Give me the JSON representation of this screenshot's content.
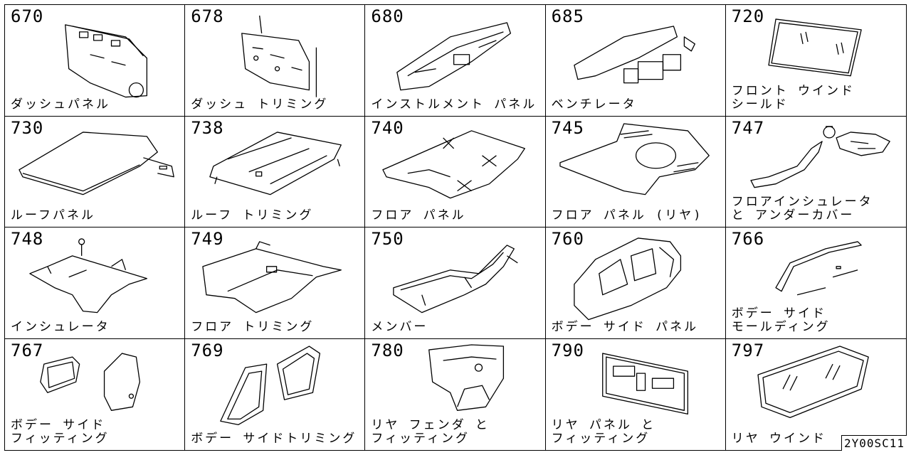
{
  "sheet_ref": "2Y00SC11",
  "parts": [
    {
      "code": "670",
      "label": "ダッシュパネル",
      "icon": "dash-panel-icon"
    },
    {
      "code": "678",
      "label": "ダッシュ トリミング",
      "icon": "dash-trimming-icon"
    },
    {
      "code": "680",
      "label": "インストルメント パネル",
      "icon": "instrument-panel-icon"
    },
    {
      "code": "685",
      "label": "ベンチレータ",
      "icon": "ventilator-icon"
    },
    {
      "code": "720",
      "label": "フロント ウインド\nシールド",
      "icon": "windshield-icon"
    },
    {
      "code": "730",
      "label": "ルーフパネル",
      "icon": "roof-panel-icon"
    },
    {
      "code": "738",
      "label": "ルーフ トリミング",
      "icon": "roof-trimming-icon"
    },
    {
      "code": "740",
      "label": "フロア パネル",
      "icon": "floor-panel-icon"
    },
    {
      "code": "745",
      "label": "フロア パネル (リヤ)",
      "icon": "rear-floor-panel-icon"
    },
    {
      "code": "747",
      "label": "フロアインシュレータ\nと アンダーカバー",
      "icon": "floor-insulator-icon"
    },
    {
      "code": "748",
      "label": "インシュレータ",
      "icon": "insulator-icon"
    },
    {
      "code": "749",
      "label": "フロア トリミング",
      "icon": "floor-trimming-icon"
    },
    {
      "code": "750",
      "label": "メンバー",
      "icon": "member-frame-icon"
    },
    {
      "code": "760",
      "label": "ボデー サイド パネル",
      "icon": "body-side-panel-icon"
    },
    {
      "code": "766",
      "label": "ボデー サイド\nモールディング",
      "icon": "side-molding-icon"
    },
    {
      "code": "767",
      "label": "ボデー サイド\nフィッティング",
      "icon": "side-fitting-icon"
    },
    {
      "code": "769",
      "label": "ボデー サイドトリミング",
      "icon": "side-trimming-icon"
    },
    {
      "code": "780",
      "label": "リヤ フェンダ と\nフィッティング",
      "icon": "rear-fender-icon"
    },
    {
      "code": "790",
      "label": "リヤ パネル と\nフィッティング",
      "icon": "rear-panel-icon"
    },
    {
      "code": "797",
      "label": "リヤ ウインド",
      "icon": "rear-window-icon"
    }
  ]
}
